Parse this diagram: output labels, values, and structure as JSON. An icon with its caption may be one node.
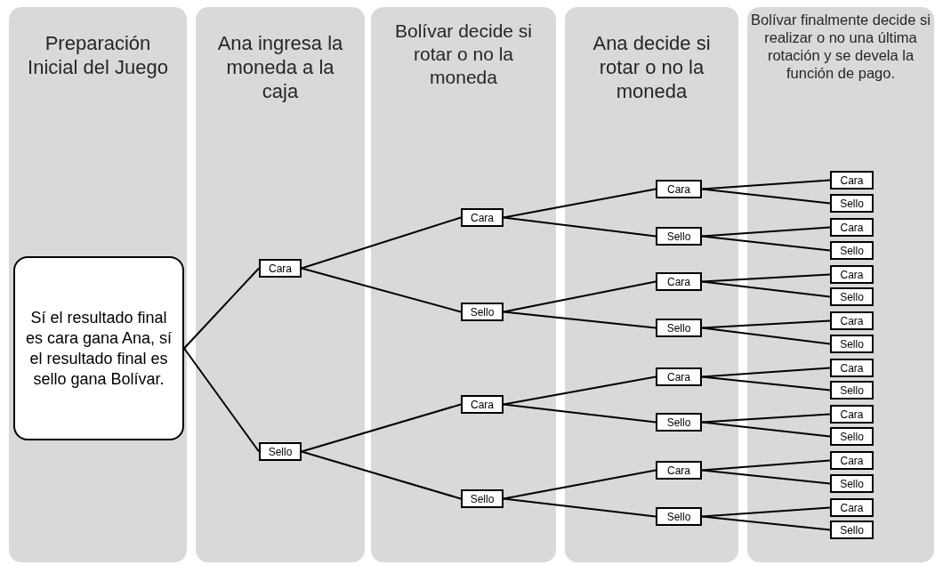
{
  "diagram": {
    "nodes": [
      {
        "text": [
          "Preparación Inicial del Juego"
        ]
      },
      {
        "text": [
          "Ana ingresa la moneda a la caja"
        ]
      },
      {
        "text": [
          "Bolívar decide si rotar o no la moneda"
        ]
      },
      {
        "text": [
          "Ana decide si rotar o no la moneda"
        ]
      },
      {
        "text": [
          "Bolívar finalmente decide si realizar o no una última rotación y se devela la función de pago."
        ]
      },
      {
        "text": [
          "Sí el resultado final es cara gana Ana, sí el resultado final es sello gana Bolívar."
        ],
        "in": 0
      },
      {
        "text": [
          "Cara"
        ],
        "in": 1
      },
      {
        "text": [
          "Sello"
        ],
        "in": 1
      },
      {
        "text": [
          "Cara"
        ],
        "in": 2
      },
      {
        "text": [
          "Sello"
        ],
        "in": 2
      },
      {
        "text": [
          "Cara"
        ],
        "in": 2
      },
      {
        "text": [
          "Sello"
        ],
        "in": 2
      },
      {
        "text": [
          "Cara"
        ],
        "in": 3
      },
      {
        "text": [
          "Sello"
        ],
        "in": 3
      },
      {
        "text": [
          "Cara"
        ],
        "in": 3
      },
      {
        "text": [
          "Sello"
        ],
        "in": 3
      },
      {
        "text": [
          "Cara"
        ],
        "in": 3
      },
      {
        "text": [
          "Sello"
        ],
        "in": 3
      },
      {
        "text": [
          "Cara"
        ],
        "in": 3
      },
      {
        "text": [
          "Sello"
        ],
        "in": 3
      },
      {
        "text": [
          "Cara"
        ],
        "in": 4
      },
      {
        "text": [
          "Sello"
        ],
        "in": 4
      },
      {
        "text": [
          "Cara"
        ],
        "in": 4
      },
      {
        "text": [
          "Sello"
        ],
        "in": 4
      },
      {
        "text": [
          "Cara"
        ],
        "in": 4
      },
      {
        "text": [
          "Sello"
        ],
        "in": 4
      },
      {
        "text": [
          "Cara"
        ],
        "in": 4
      },
      {
        "text": [
          "Sello"
        ],
        "in": 4
      },
      {
        "text": [
          "Cara"
        ],
        "in": 4
      },
      {
        "text": [
          "Sello"
        ],
        "in": 4
      },
      {
        "text": [
          "Cara"
        ],
        "in": 4
      },
      {
        "text": [
          "Sello"
        ],
        "in": 4
      },
      {
        "text": [
          "Cara"
        ],
        "in": 4
      },
      {
        "text": [
          "Sello"
        ],
        "in": 4
      },
      {
        "text": [
          "Cara"
        ],
        "in": 4
      },
      {
        "text": [
          "Sello"
        ],
        "in": 4
      }
    ],
    "edges": [
      {
        "from": 5,
        "to": 6,
        "arrow": "none"
      },
      {
        "from": 5,
        "to": 7,
        "arrow": "none"
      },
      {
        "from": 6,
        "to": 8,
        "arrow": "none"
      },
      {
        "from": 6,
        "to": 9,
        "arrow": "none"
      },
      {
        "from": 7,
        "to": 10,
        "arrow": "none"
      },
      {
        "from": 7,
        "to": 11,
        "arrow": "none"
      },
      {
        "from": 8,
        "to": 12,
        "arrow": "none"
      },
      {
        "from": 8,
        "to": 13,
        "arrow": "none"
      },
      {
        "from": 9,
        "to": 14,
        "arrow": "none"
      },
      {
        "from": 9,
        "to": 15,
        "arrow": "none"
      },
      {
        "from": 10,
        "to": 16,
        "arrow": "none"
      },
      {
        "from": 10,
        "to": 17,
        "arrow": "none"
      },
      {
        "from": 11,
        "to": 18,
        "arrow": "none"
      },
      {
        "from": 11,
        "to": 19,
        "arrow": "none"
      },
      {
        "from": 12,
        "to": 20,
        "arrow": "none"
      },
      {
        "from": 12,
        "to": 21,
        "arrow": "none"
      },
      {
        "from": 13,
        "to": 22,
        "arrow": "none"
      },
      {
        "from": 13,
        "to": 23,
        "arrow": "none"
      },
      {
        "from": 14,
        "to": 24,
        "arrow": "none"
      },
      {
        "from": 14,
        "to": 25,
        "arrow": "none"
      },
      {
        "from": 15,
        "to": 26,
        "arrow": "none"
      },
      {
        "from": 15,
        "to": 27,
        "arrow": "none"
      },
      {
        "from": 16,
        "to": 28,
        "arrow": "none"
      },
      {
        "from": 16,
        "to": 29,
        "arrow": "none"
      },
      {
        "from": 17,
        "to": 30,
        "arrow": "none"
      },
      {
        "from": 17,
        "to": 31,
        "arrow": "none"
      },
      {
        "from": 18,
        "to": 32,
        "arrow": "none"
      },
      {
        "from": 18,
        "to": 33,
        "arrow": "none"
      },
      {
        "from": 19,
        "to": 34,
        "arrow": "none"
      },
      {
        "from": 19,
        "to": 35,
        "arrow": "none"
      }
    ]
  }
}
